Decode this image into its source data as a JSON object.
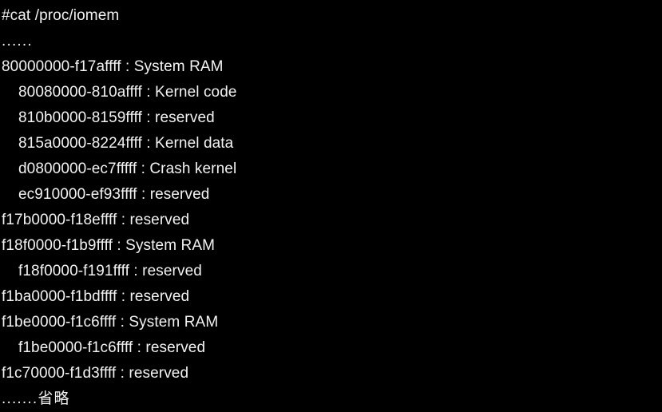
{
  "terminal": {
    "background_color": "#000000",
    "foreground_color": "#f2f2f2",
    "command": "#cat /proc/iomem",
    "lines": [
      {
        "text": "#cat /proc/iomem",
        "indent": 0,
        "kind": "command"
      },
      {
        "text": "......",
        "indent": 0,
        "kind": "ellipsis"
      },
      {
        "text": "80000000-f17affff : System RAM",
        "indent": 0,
        "kind": "region"
      },
      {
        "text": "80080000-810affff : Kernel code",
        "indent": 1,
        "kind": "region"
      },
      {
        "text": "810b0000-8159ffff : reserved",
        "indent": 1,
        "kind": "region"
      },
      {
        "text": "815a0000-8224ffff : Kernel data",
        "indent": 1,
        "kind": "region"
      },
      {
        "text": "d0800000-ec7fffff : Crash kernel",
        "indent": 1,
        "kind": "region"
      },
      {
        "text": "ec910000-ef93ffff : reserved",
        "indent": 1,
        "kind": "region"
      },
      {
        "text": "f17b0000-f18effff : reserved",
        "indent": 0,
        "kind": "region"
      },
      {
        "text": "f18f0000-f1b9ffff : System RAM",
        "indent": 0,
        "kind": "region"
      },
      {
        "text": "f18f0000-f191ffff : reserved",
        "indent": 1,
        "kind": "region"
      },
      {
        "text": "f1ba0000-f1bdffff : reserved",
        "indent": 0,
        "kind": "region"
      },
      {
        "text": "f1be0000-f1c6ffff : System RAM",
        "indent": 0,
        "kind": "region"
      },
      {
        "text": "f1be0000-f1c6ffff : reserved",
        "indent": 1,
        "kind": "region"
      },
      {
        "text": "f1c70000-f1d3ffff : reserved",
        "indent": 0,
        "kind": "region"
      },
      {
        "text": ".......省略",
        "indent": 0,
        "kind": "ellipsis"
      }
    ]
  },
  "memory_map": {
    "entries": [
      {
        "start": "80000000",
        "end": "f17affff",
        "name": "System RAM",
        "level": 0
      },
      {
        "start": "80080000",
        "end": "810affff",
        "name": "Kernel code",
        "level": 1
      },
      {
        "start": "810b0000",
        "end": "8159ffff",
        "name": "reserved",
        "level": 1
      },
      {
        "start": "815a0000",
        "end": "8224ffff",
        "name": "Kernel data",
        "level": 1
      },
      {
        "start": "d0800000",
        "end": "ec7fffff",
        "name": "Crash kernel",
        "level": 1
      },
      {
        "start": "ec910000",
        "end": "ef93ffff",
        "name": "reserved",
        "level": 1
      },
      {
        "start": "f17b0000",
        "end": "f18effff",
        "name": "reserved",
        "level": 0
      },
      {
        "start": "f18f0000",
        "end": "f1b9ffff",
        "name": "System RAM",
        "level": 0
      },
      {
        "start": "f18f0000",
        "end": "f191ffff",
        "name": "reserved",
        "level": 1
      },
      {
        "start": "f1ba0000",
        "end": "f1bdffff",
        "name": "reserved",
        "level": 0
      },
      {
        "start": "f1be0000",
        "end": "f1c6ffff",
        "name": "System RAM",
        "level": 0
      },
      {
        "start": "f1be0000",
        "end": "f1c6ffff",
        "name": "reserved",
        "level": 1
      },
      {
        "start": "f1c70000",
        "end": "f1d3ffff",
        "name": "reserved",
        "level": 0
      }
    ]
  }
}
